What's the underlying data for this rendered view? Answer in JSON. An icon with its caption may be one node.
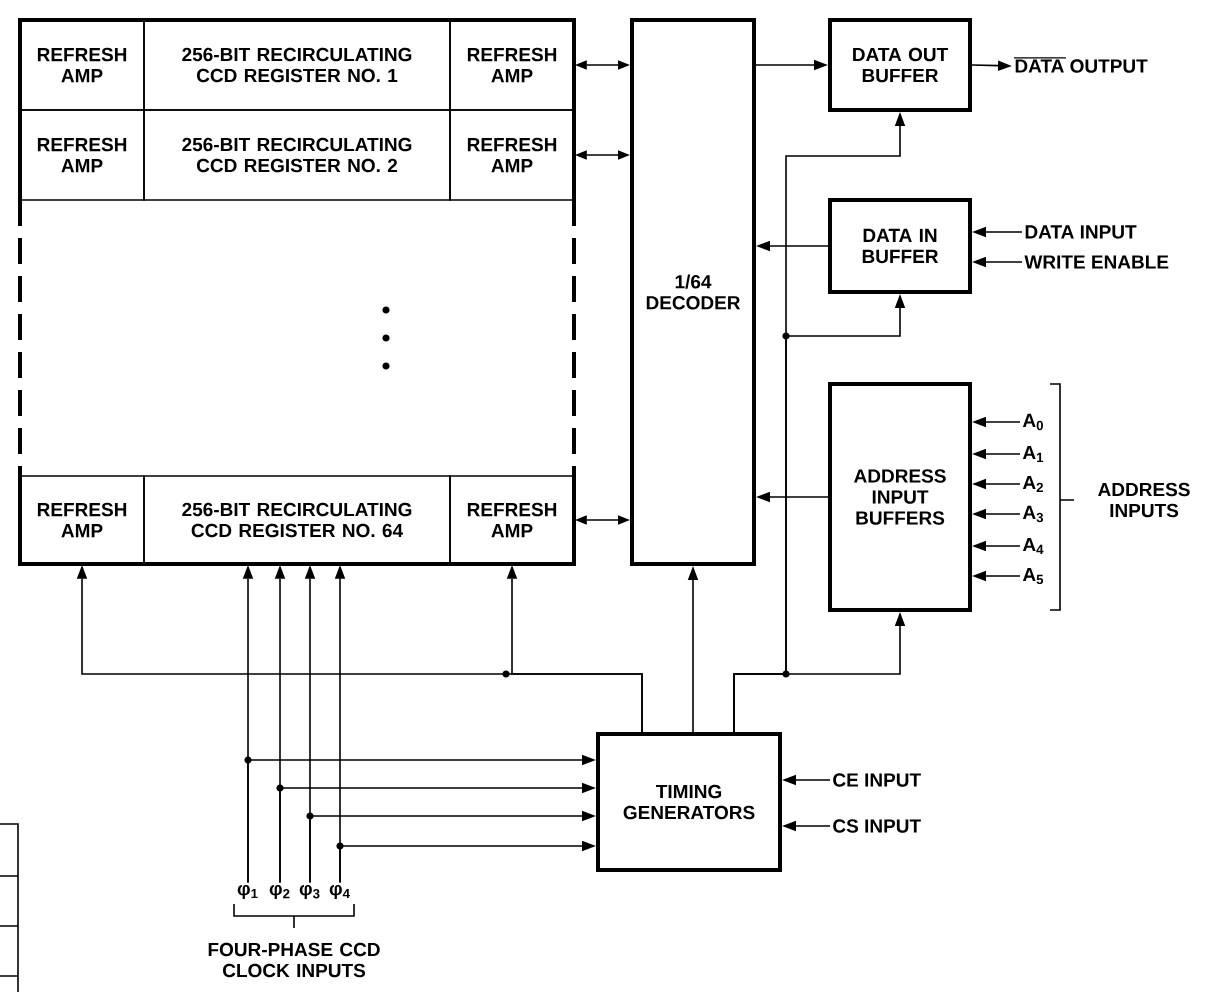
{
  "diagram": {
    "nodes": [
      {
        "text": [],
        "shape": "box"
      },
      {
        "text": [
          "REFRESH AMP"
        ],
        "in": 0
      },
      {
        "text": [
          "256-BIT RECIRCULATING CCD REGISTER NO. 1"
        ],
        "in": 0
      },
      {
        "text": [
          "REFRESH AMP"
        ],
        "in": 0
      },
      {
        "text": [
          "REFRESH AMP"
        ],
        "in": 0
      },
      {
        "text": [
          "256-BIT RECIRCULATING CCD REGISTER NO. 2"
        ],
        "in": 0
      },
      {
        "text": [
          "REFRESH AMP"
        ],
        "in": 0
      },
      {
        "text": [
          "REFRESH AMP"
        ],
        "in": 0
      },
      {
        "text": [
          "256-BIT RECIRCULATING CCD REGISTER NO. 64"
        ],
        "in": 0
      },
      {
        "text": [
          "REFRESH AMP"
        ],
        "in": 0
      },
      {
        "text": [
          "1/64 DECODER"
        ]
      },
      {
        "text": [
          "DATA OUT BUFFER"
        ]
      },
      {
        "text": [
          "DATA OUTPUT"
        ]
      },
      {
        "text": [
          "DATA IN BUFFER"
        ]
      },
      {
        "text": [
          "DATA INPUT"
        ]
      },
      {
        "text": [
          "WRITE ENABLE"
        ]
      },
      {
        "text": [
          "ADDRESS INPUT BUFFERS"
        ]
      },
      {
        "text": [
          "A$_{0}$"
        ]
      },
      {
        "text": [
          "A$_{1}$"
        ]
      },
      {
        "text": [
          "A$_{2}$"
        ]
      },
      {
        "text": [
          "A$_{3}$"
        ]
      },
      {
        "text": [
          "A$_{4}$"
        ]
      },
      {
        "text": [
          "A$_{5}$"
        ]
      },
      {
        "text": [
          "TIMING GENERATORS"
        ]
      },
      {
        "text": [
          "CE INPUT"
        ]
      },
      {
        "text": [
          "CS INPUT"
        ]
      },
      {
        "text": [
          "φ$_{1}$"
        ]
      },
      {
        "text": [
          "φ$_{2}$"
        ]
      },
      {
        "text": [
          "φ$_{3}$"
        ]
      },
      {
        "text": [
          "φ$_{4}$"
        ]
      }
    ],
    "edges": [
      {
        "from": 3,
        "to": 10,
        "arrow": "both"
      },
      {
        "from": 6,
        "to": 10,
        "arrow": "both"
      },
      {
        "from": 9,
        "to": 10,
        "arrow": "both"
      },
      {
        "from": 10,
        "to": 11,
        "arrow": "to"
      },
      {
        "from": 11,
        "to": 12,
        "arrow": "to"
      },
      {
        "from": 13,
        "to": 10,
        "arrow": "to"
      },
      {
        "from": 14,
        "to": 13,
        "arrow": "to"
      },
      {
        "from": 15,
        "to": 13,
        "arrow": "to"
      },
      {
        "from": 16,
        "to": 10,
        "arrow": "to"
      },
      {
        "from": 17,
        "to": 16,
        "arrow": "to"
      },
      {
        "from": 18,
        "to": 16,
        "arrow": "to"
      },
      {
        "from": 19,
        "to": 16,
        "arrow": "to"
      },
      {
        "from": 20,
        "to": 16,
        "arrow": "to"
      },
      {
        "from": 21,
        "to": 16,
        "arrow": "to"
      },
      {
        "from": 22,
        "to": 16,
        "arrow": "to"
      },
      {
        "from": 23,
        "to": 10,
        "arrow": "to"
      },
      {
        "from": 23,
        "to": 7,
        "arrow": "to"
      },
      {
        "from": 23,
        "to": 9,
        "arrow": "to"
      },
      {
        "from": 23,
        "to": 16,
        "arrow": "to"
      },
      {
        "from": 23,
        "to": 13,
        "arrow": "to"
      },
      {
        "from": 23,
        "to": 11,
        "arrow": "to"
      },
      {
        "from": 24,
        "to": 23,
        "arrow": "to"
      },
      {
        "from": 25,
        "to": 23,
        "arrow": "to"
      },
      {
        "from": 26,
        "to": 8,
        "arrow": "to"
      },
      {
        "from": 27,
        "to": 8,
        "arrow": "to"
      },
      {
        "from": 28,
        "to": 8,
        "arrow": "to"
      },
      {
        "from": 29,
        "to": 8,
        "arrow": "to"
      },
      {
        "from": 26,
        "to": 23,
        "arrow": "to"
      },
      {
        "from": 27,
        "to": 23,
        "arrow": "to"
      },
      {
        "from": 28,
        "to": 23,
        "arrow": "to"
      },
      {
        "from": 29,
        "to": 23,
        "arrow": "to"
      }
    ],
    "labels": [
      "ADDRESS INPUTS",
      "FOUR-PHASE CCD CLOCK INPUTS"
    ]
  }
}
